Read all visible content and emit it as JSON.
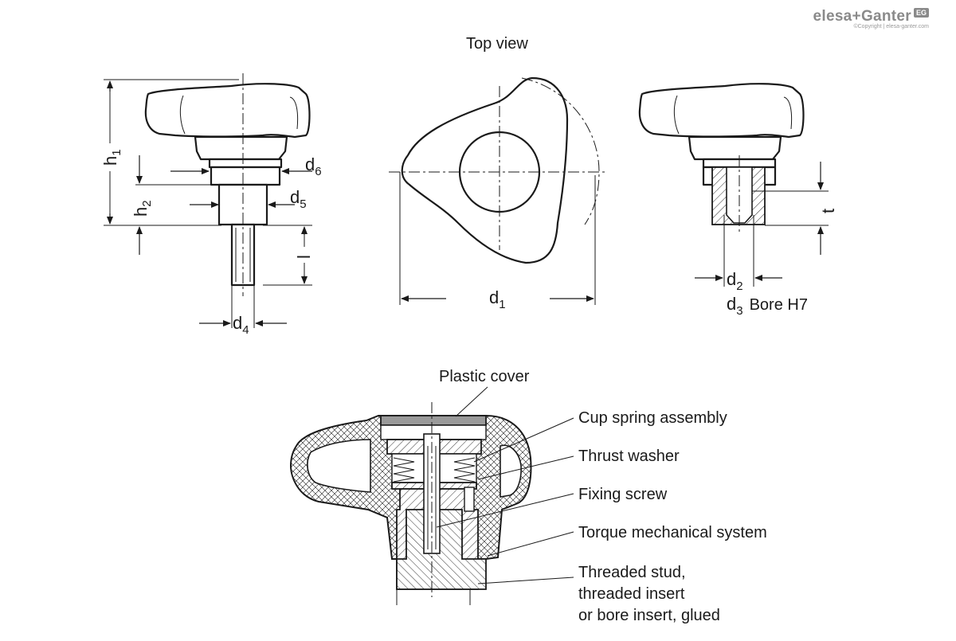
{
  "logo": {
    "brand": "elesa+Ganter",
    "badge": "EG",
    "copyright": "©Copyright | elesa-ganter.com"
  },
  "views": {
    "top_view_title": "Top view"
  },
  "dimensions": {
    "h1": {
      "main": "h",
      "sub": "1"
    },
    "h2": {
      "main": "h",
      "sub": "2"
    },
    "d6": {
      "main": "d",
      "sub": "6"
    },
    "d5": {
      "main": "d",
      "sub": "5"
    },
    "d4": {
      "main": "d",
      "sub": "4"
    },
    "l": {
      "main": "l"
    },
    "d1": {
      "main": "d",
      "sub": "1"
    },
    "d2": {
      "main": "d",
      "sub": "2"
    },
    "d3": {
      "main": "d",
      "sub": "3",
      "suffix": "Bore H7"
    },
    "t": {
      "main": "t"
    }
  },
  "section_labels": {
    "plastic_cover": "Plastic cover",
    "cup_spring": "Cup spring assembly",
    "thrust_washer": "Thrust washer",
    "fixing_screw": "Fixing screw",
    "torque_system": "Torque mechanical system",
    "stud_line1": "Threaded stud,",
    "stud_line2": "threaded insert",
    "stud_line3": "or bore insert, glued"
  }
}
